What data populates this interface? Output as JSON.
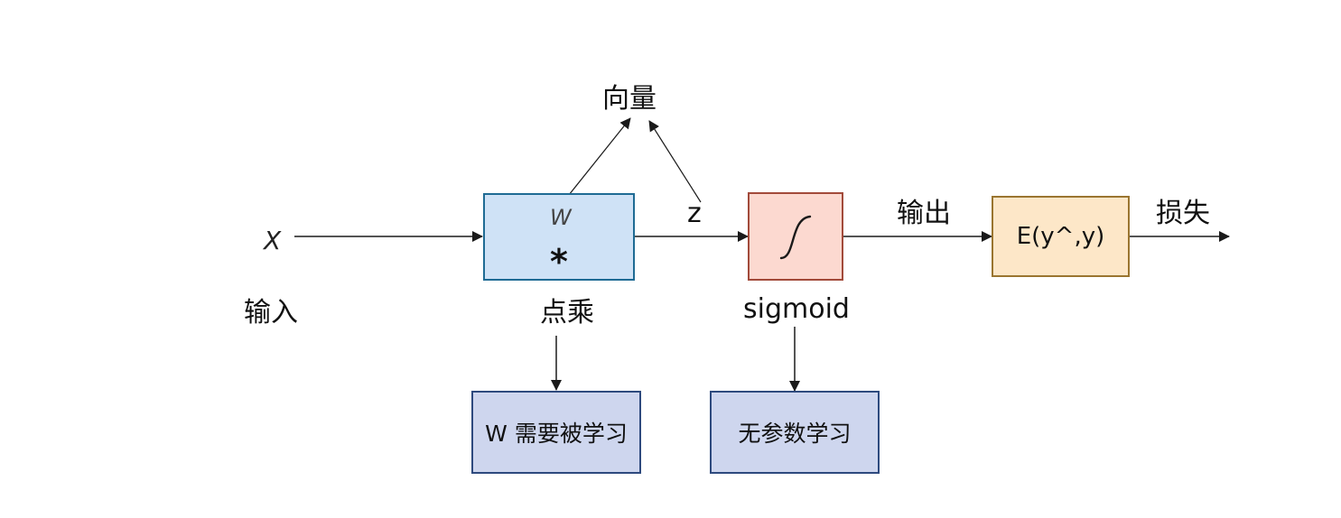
{
  "diagram": {
    "input_symbol": "X",
    "input_caption": "输入",
    "weight_symbol": "W",
    "dot_symbol": "*",
    "dot_caption": "点乘",
    "vector_label": "向量",
    "z_label": "z",
    "sigmoid_caption": "sigmoid",
    "output_label": "输出",
    "loss_box_text": "E(y^,y)",
    "loss_label": "损失",
    "w_learn_box_text": "W 需要被学习",
    "no_param_box_text": "无参数学习"
  },
  "colors": {
    "dot_box_fill": "#cfe2f6",
    "dot_box_border": "#1f6b94",
    "sigmoid_box_fill": "#fcd9d0",
    "sigmoid_box_border": "#a24a3a",
    "loss_box_fill": "#fde7c8",
    "loss_box_border": "#9a7530",
    "learn_box_fill": "#ced6ee",
    "learn_box_border": "#2e4a7e",
    "arrow": "#1a1a1a"
  },
  "icons": {
    "sigmoid_curve": "s-curve-icon"
  }
}
